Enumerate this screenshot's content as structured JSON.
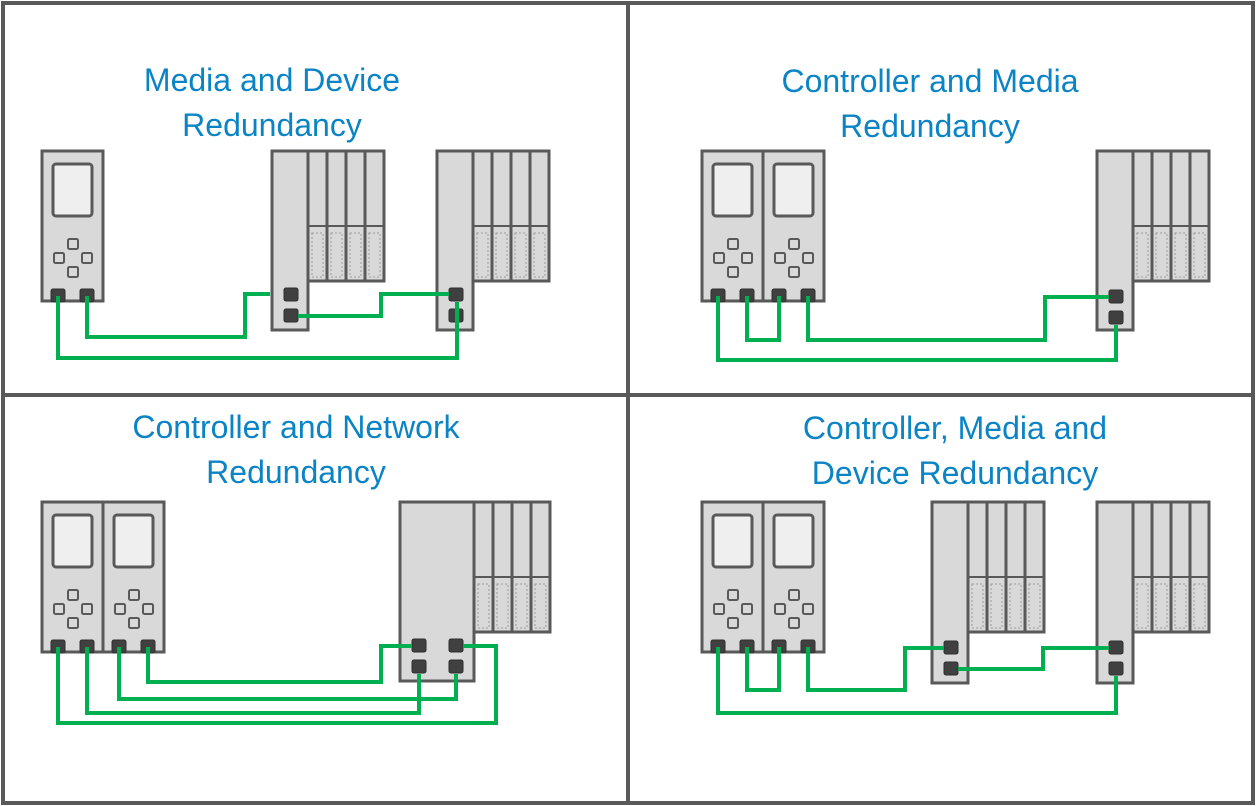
{
  "colors": {
    "background": "#ffffff",
    "frame": "#595959",
    "device_fill": "#d9d9d9",
    "device_stroke": "#595959",
    "screen_fill": "#efefef",
    "port_fill": "#404040",
    "cable": "#00b050",
    "title": "#0b84c6"
  },
  "panels": [
    {
      "id": "media-device",
      "title_lines": [
        "Media and Device",
        "Redundancy"
      ]
    },
    {
      "id": "controller-media",
      "title_lines": [
        "Controller and Media",
        "Redundancy"
      ]
    },
    {
      "id": "controller-network",
      "title_lines": [
        "Controller and Network",
        "Redundancy"
      ]
    },
    {
      "id": "controller-media-device",
      "title_lines": [
        "Controller, Media and",
        "Device Redundancy"
      ]
    }
  ],
  "icons": {
    "controller": "controller-icon",
    "io_rack": "io-rack-icon",
    "cable": "ethernet-cable"
  }
}
